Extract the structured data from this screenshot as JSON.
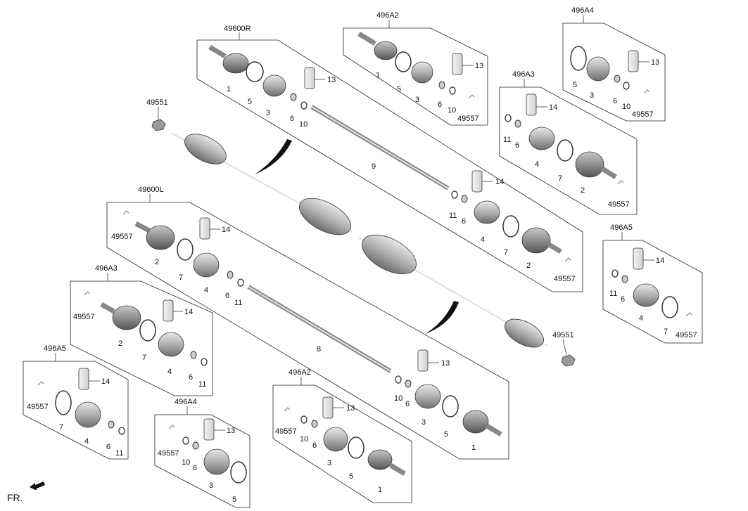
{
  "labels": {
    "g_49600R": "49600R",
    "g_496A2_top": "496A2",
    "g_496A4_top": "496A4",
    "g_496A3_right": "496A3",
    "g_49551_top": "49551",
    "g_49600L": "49600L",
    "g_496A3_left": "496A3",
    "g_496A5_right": "496A5",
    "g_49551_bottom": "49551",
    "g_496A5_left": "496A5",
    "g_496A2_bottom": "496A2",
    "g_496A4_bottom": "496A4",
    "p1": "1",
    "p2": "2",
    "p3": "3",
    "p4": "4",
    "p5": "5",
    "p6": "6",
    "p7": "7",
    "p8": "8",
    "p9": "9",
    "p10": "10",
    "p11": "11",
    "p13": "13",
    "p14": "14",
    "p49557": "49557"
  },
  "direction": {
    "text": "FR."
  }
}
